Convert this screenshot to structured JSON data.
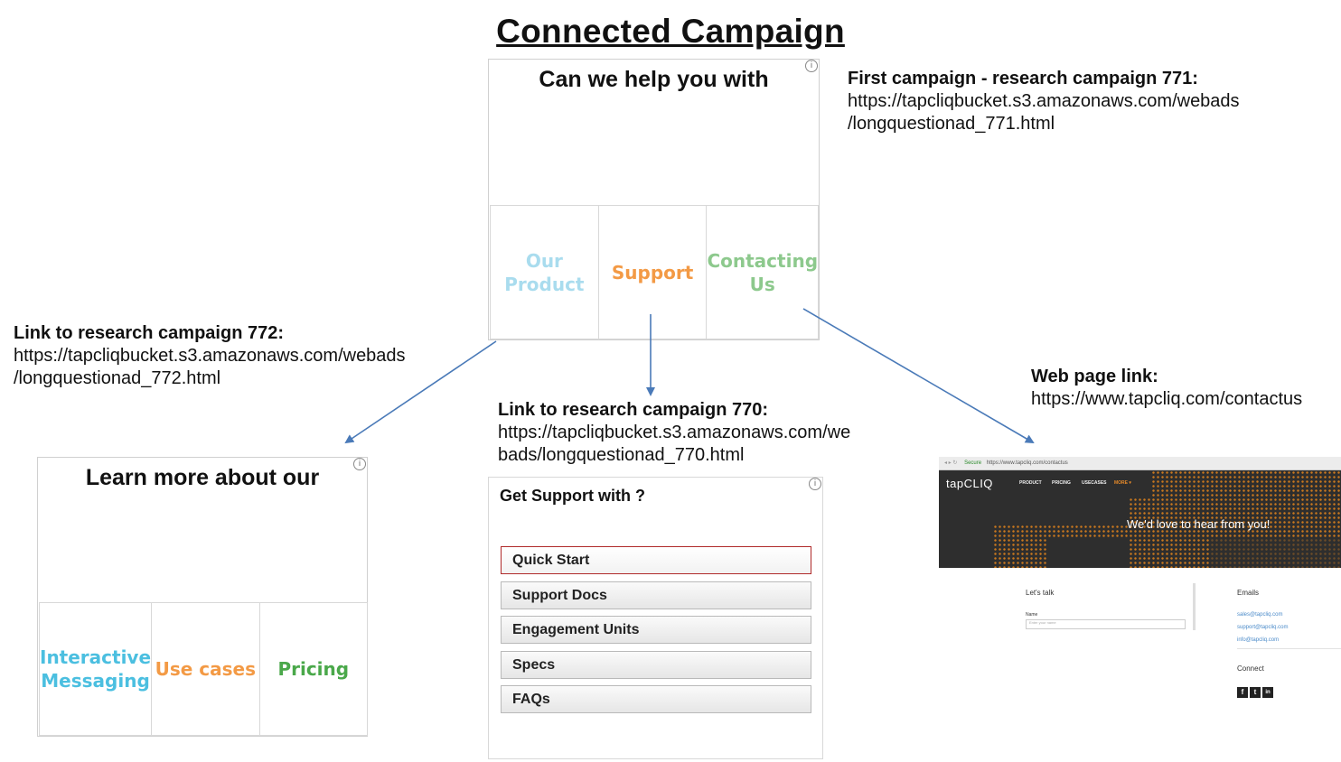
{
  "title": "Connected Campaign",
  "notes": {
    "first": {
      "label": "First campaign - research campaign 771:",
      "url1": "https://tapcliqbucket.s3.amazonaws.com/webads",
      "url2": "/longquestionad_771.html"
    },
    "c772": {
      "label": "Link to research campaign 772:",
      "url1": "https://tapcliqbucket.s3.amazonaws.com/webads",
      "url2": "/longquestionad_772.html"
    },
    "c770": {
      "label": "Link to research campaign 770:",
      "url1": "https://tapcliqbucket.s3.amazonaws.com/we",
      "url2": "bads/longquestionad_770.html"
    },
    "web": {
      "label": "Web page  link:",
      "url": "https://www.tapcliq.com/contactus"
    }
  },
  "ad771": {
    "question": "Can we help you with",
    "options": [
      {
        "line1": "Our",
        "line2": "Product",
        "color": "#a9dcee"
      },
      {
        "line1": "Support",
        "line2": "",
        "color": "#f39a45"
      },
      {
        "line1": "Contacting",
        "line2": "Us",
        "color": "#8dc98d"
      }
    ]
  },
  "ad772": {
    "question": "Learn more about our",
    "options": [
      {
        "line1": "Interactive",
        "line2": "Messaging",
        "color": "#4bbfe0"
      },
      {
        "line1": "Use cases",
        "line2": "",
        "color": "#f39a45"
      },
      {
        "line1": "Pricing",
        "line2": "",
        "color": "#4aa84a"
      }
    ]
  },
  "ad770": {
    "question": "Get Support with ?",
    "buttons": [
      "Quick Start",
      "Support Docs",
      "Engagement Units",
      "Specs",
      "FAQs"
    ]
  },
  "webpage": {
    "secure": "Secure",
    "address": "https://www.tapcliq.com/contactus",
    "logo": "tapCLIQ",
    "nav": [
      "PRODUCT",
      "PRICING",
      "USECASES",
      "MORE ▾"
    ],
    "hero": "We'd love to hear from you!",
    "lets_talk": "Let's talk",
    "name_label": "Name",
    "name_placeholder": "Enter your name",
    "emails_heading": "Emails",
    "emails": [
      "sales@tapcliq.com",
      "support@tapcliq.com",
      "info@tapcliq.com"
    ],
    "connect": "Connect",
    "social": [
      "f",
      "t",
      "in"
    ]
  },
  "colors": {
    "arrow": "#4a7ab8",
    "quick_start_border": "#b02a2a"
  }
}
